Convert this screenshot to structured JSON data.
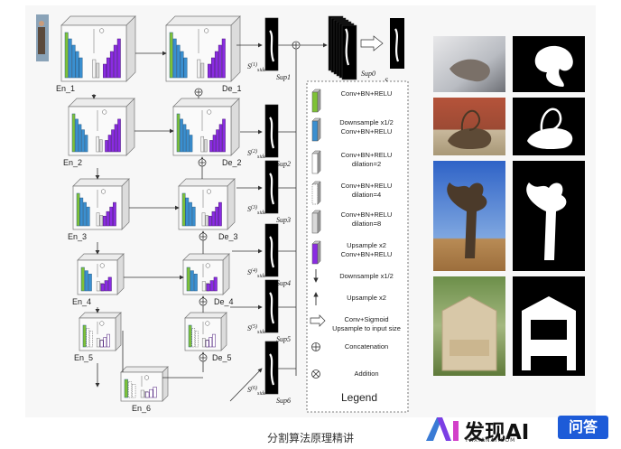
{
  "caption": "分割算法原理精讲",
  "watermark": {
    "brand": "发现AI",
    "url": "FAXIANAI.COM",
    "tag": "问答"
  },
  "encoders": [
    "En_1",
    "En_2",
    "En_3",
    "En_4",
    "En_5",
    "En_6"
  ],
  "decoders": [
    "De_1",
    "De_2",
    "De_3",
    "De_4",
    "De_5"
  ],
  "side_outputs": [
    {
      "s": "S",
      "sup": "(1)",
      "sub": "side",
      "name": "Sup1"
    },
    {
      "s": "S",
      "sup": "(2)",
      "sub": "side",
      "name": "Sup2"
    },
    {
      "s": "S",
      "sup": "(3)",
      "sub": "side",
      "name": "Sup3"
    },
    {
      "s": "S",
      "sup": "(4)",
      "sub": "side",
      "name": "Sup4"
    },
    {
      "s": "S",
      "sup": "(5)",
      "sub": "side",
      "name": "Sup5"
    },
    {
      "s": "S",
      "sup": "(6)",
      "sub": "side",
      "name": "Sup6"
    }
  ],
  "fuse": {
    "name": "Sup0",
    "s": "S",
    "sub": "fuse"
  },
  "legend": {
    "title": "Legend",
    "items": [
      {
        "kind": "green",
        "lines": [
          "Conv+BN+RELU"
        ]
      },
      {
        "kind": "blue",
        "lines": [
          "Downsample x1/2",
          "Conv+BN+RELU"
        ]
      },
      {
        "kind": "white",
        "lines": [
          "Conv+BN+RELU",
          "dilation=2"
        ]
      },
      {
        "kind": "dotted",
        "lines": [
          "Conv+BN+RELU",
          "dilation=4"
        ]
      },
      {
        "kind": "gray",
        "lines": [
          "Conv+BN+RELU",
          "dilation=8"
        ]
      },
      {
        "kind": "purple",
        "lines": [
          "Upsample x2",
          "Conv+BN+RELU"
        ]
      },
      {
        "kind": "down-arrow",
        "lines": [
          "Downsample x1/2"
        ]
      },
      {
        "kind": "up-arrow",
        "lines": [
          "Upsample x2"
        ]
      },
      {
        "kind": "right-arrow",
        "lines": [
          "Conv+Sigmoid",
          "Upsample to input size"
        ]
      },
      {
        "kind": "concat",
        "lines": [
          "Concatenation"
        ]
      },
      {
        "kind": "addition",
        "lines": [
          "Addition"
        ]
      }
    ]
  },
  "colors": {
    "green": "#7ec236",
    "blue": "#3a8fd0",
    "purple": "#8a2be2",
    "gray": "#d9d9d9"
  }
}
